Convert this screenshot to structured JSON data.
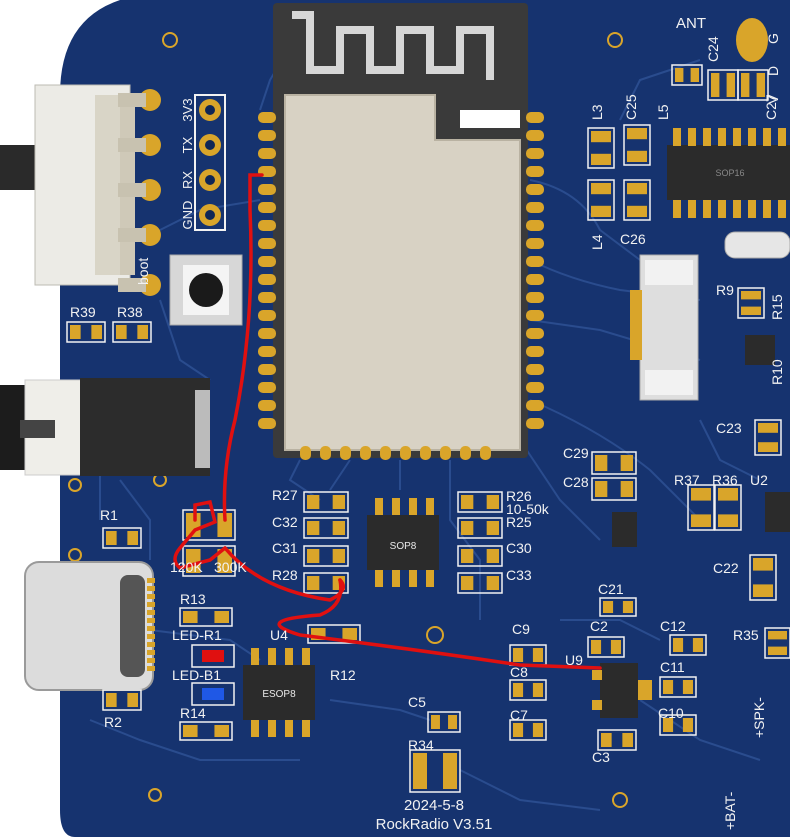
{
  "colors": {
    "board": "#16336f",
    "board_dark": "#0f2656",
    "trace": "#2a4c8e",
    "silk": "#f2f2f2",
    "pad": "#d9a52a",
    "chip": "#2b2b2b",
    "wire": "#e01010"
  },
  "board": {
    "antenna_label": "ANT",
    "date": "2024-5-8",
    "product": "RockRadio  V3.51"
  },
  "header": {
    "pins": [
      "3V3",
      "TX",
      "RX",
      "GND"
    ],
    "boot_label": "boot"
  },
  "chips": {
    "sop16": "SOP16",
    "sop8": "SOP8",
    "esop8": "ESOP8"
  },
  "labels": {
    "ant_caps": [
      "C24",
      "C25",
      "C27",
      "L3",
      "L4",
      "L5",
      "C26"
    ],
    "left": [
      "R39",
      "R38",
      "R1",
      "R2",
      "R13",
      "R14",
      "LED-R1",
      "LED-B1",
      "U4",
      "R12",
      "120K",
      "300K"
    ],
    "mid_left": [
      "R27",
      "C32",
      "C31",
      "R28"
    ],
    "mid_right": [
      "R26",
      "10-50k",
      "R25",
      "C30",
      "C33"
    ],
    "right": [
      "R9",
      "R15",
      "R10",
      "C23",
      "C29",
      "C28",
      "R37",
      "R36",
      "U2",
      "C22",
      "R35",
      "C21",
      "C9",
      "C2",
      "C12",
      "C8",
      "U9",
      "C11",
      "C7",
      "C10",
      "C3",
      "C5",
      "R34"
    ],
    "connectors": [
      "+SPK-",
      "+BAT-"
    ],
    "partial_top": [
      "V",
      "D",
      "G"
    ]
  }
}
